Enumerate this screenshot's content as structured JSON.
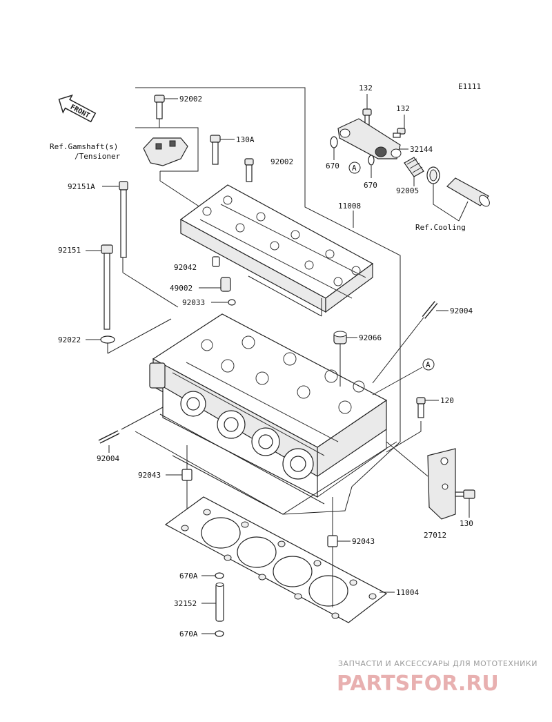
{
  "diagram_code": "E1111",
  "front_marker": "FRONT",
  "ref_camshaft_line1": "Ref.Gamshaft(s)",
  "ref_camshaft_line2": "/Tensioner",
  "ref_cooling": "Ref.Cooling",
  "circle_marker": "A",
  "watermark_tagline": "ЗАПЧАСТИ И АКСЕССУАРЫ ДЛЯ МОТОТЕХНИКИ",
  "watermark_logo": "PARTSFOR.RU",
  "callouts": [
    {
      "id": "c92002a",
      "label": "92002"
    },
    {
      "id": "c130A",
      "label": "130A"
    },
    {
      "id": "c92002b",
      "label": "92002"
    },
    {
      "id": "c92151A",
      "label": "92151A"
    },
    {
      "id": "c92151",
      "label": "92151"
    },
    {
      "id": "c11008",
      "label": "11008"
    },
    {
      "id": "c92042",
      "label": "92042"
    },
    {
      "id": "c49002",
      "label": "49002"
    },
    {
      "id": "c92033",
      "label": "92033"
    },
    {
      "id": "c92022",
      "label": "92022"
    },
    {
      "id": "c92004a",
      "label": "92004"
    },
    {
      "id": "c92066",
      "label": "92066"
    },
    {
      "id": "c120",
      "label": "120"
    },
    {
      "id": "c92004b",
      "label": "92004"
    },
    {
      "id": "c92043a",
      "label": "92043"
    },
    {
      "id": "c130",
      "label": "130"
    },
    {
      "id": "c27012",
      "label": "27012"
    },
    {
      "id": "c92043b",
      "label": "92043"
    },
    {
      "id": "c670Aa",
      "label": "670A"
    },
    {
      "id": "c11004",
      "label": "11004"
    },
    {
      "id": "c32152",
      "label": "32152"
    },
    {
      "id": "c670Ab",
      "label": "670A"
    },
    {
      "id": "c132a",
      "label": "132"
    },
    {
      "id": "c132b",
      "label": "132"
    },
    {
      "id": "c32144",
      "label": "32144"
    },
    {
      "id": "c670a",
      "label": "670"
    },
    {
      "id": "c670b",
      "label": "670"
    },
    {
      "id": "c92005",
      "label": "92005"
    }
  ]
}
